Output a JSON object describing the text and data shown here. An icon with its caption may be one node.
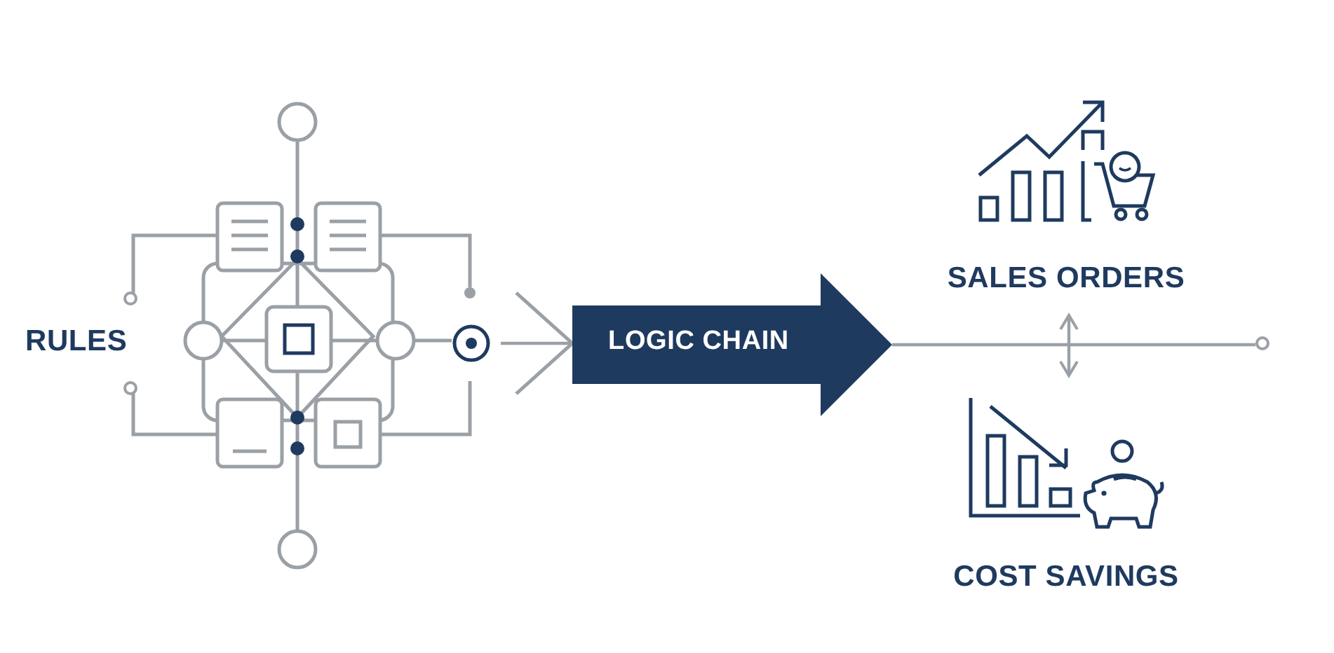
{
  "diagram": {
    "nodes": [
      {
        "text": [],
        "shape": "picture",
        "beside": [
          "RULES"
        ]
      },
      {
        "text": [
          "LOGIC CHAIN"
        ]
      },
      {
        "text": [],
        "shape": "circle"
      },
      {
        "text": [
          "SALES ORDERS"
        ]
      },
      {
        "text": [
          "COST SAVINGS"
        ]
      }
    ],
    "edges": [
      {
        "from": 0,
        "to": 1,
        "arrow": "to"
      },
      {
        "from": 1,
        "to": 2,
        "arrow": "none"
      },
      {
        "from": 3,
        "to": 4,
        "arrow": "both"
      }
    ]
  }
}
